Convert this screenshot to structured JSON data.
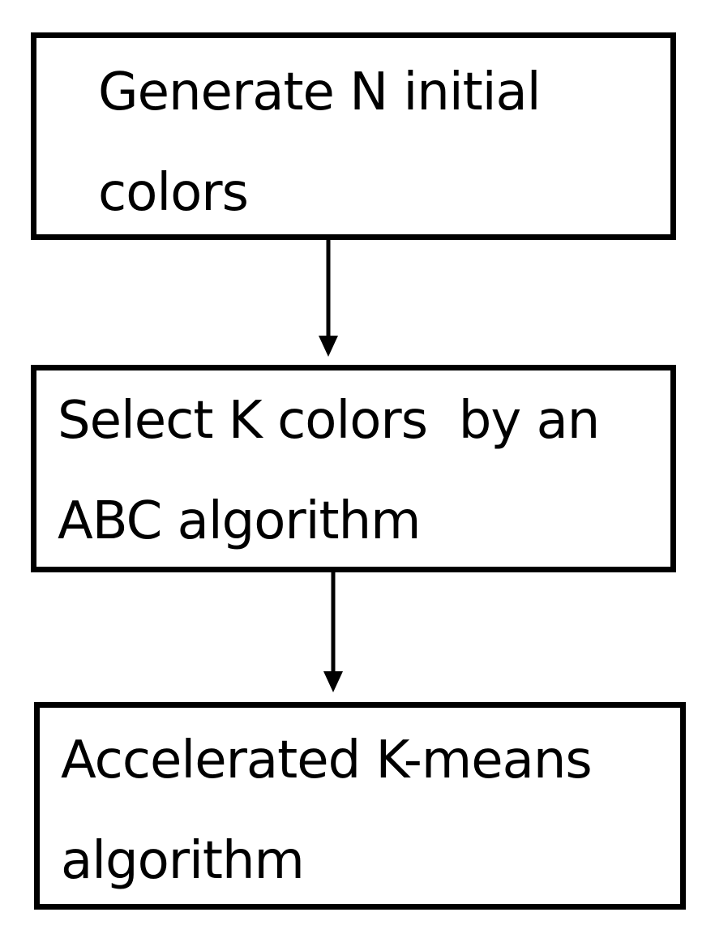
{
  "steps": [
    {
      "line1": "Generate N initial",
      "line2": "colors"
    },
    {
      "line1": "Select K colors  by an",
      "line2": "ABC algorithm"
    },
    {
      "line1": "Accelerated K-means",
      "line2": "algorithm"
    }
  ]
}
